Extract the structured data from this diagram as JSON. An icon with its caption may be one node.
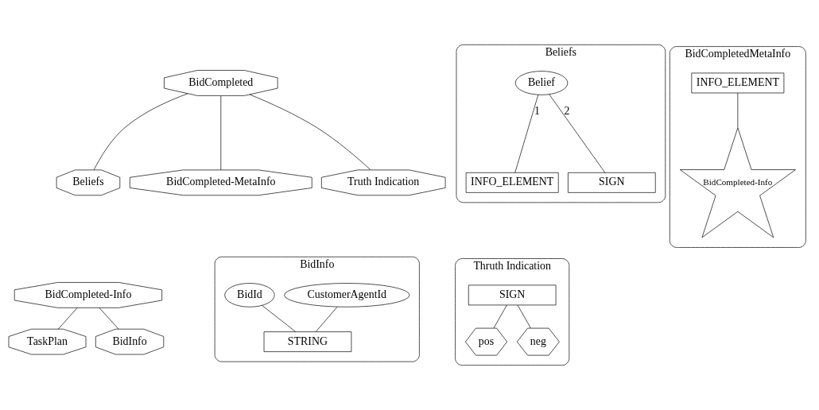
{
  "diagram": {
    "nodes": [
      {
        "text": [
          "BidCompleted"
        ]
      },
      {
        "text": [
          "Beliefs"
        ]
      },
      {
        "text": [
          "BidCompleted-MetaInfo"
        ]
      },
      {
        "text": [
          "Truth Indication"
        ]
      },
      {
        "text": [
          "Beliefs"
        ]
      },
      {
        "text": [
          "Belief"
        ],
        "in": 4
      },
      {
        "text": [
          "INFO_ELEMENT"
        ],
        "in": 4
      },
      {
        "text": [
          "SIGN"
        ],
        "in": 4
      },
      {
        "text": [
          "BidCompletedMetaInfo"
        ]
      },
      {
        "text": [
          "INFO_ELEMENT"
        ],
        "in": 8
      },
      {
        "text": [
          "BidCompleted-Info"
        ],
        "in": 8
      },
      {
        "text": [
          "BidCompleted-Info"
        ]
      },
      {
        "text": [
          "TaskPlan"
        ]
      },
      {
        "text": [
          "BidInfo"
        ]
      },
      {
        "text": [
          "BidInfo"
        ]
      },
      {
        "text": [
          "BidId"
        ],
        "in": 14
      },
      {
        "text": [
          "CustomerAgentId"
        ],
        "in": 14
      },
      {
        "text": [
          "STRING"
        ],
        "in": 14
      },
      {
        "text": [
          "Thruth Indication"
        ]
      },
      {
        "text": [
          "SIGN"
        ],
        "in": 18
      },
      {
        "text": [
          "pos"
        ],
        "in": 18
      },
      {
        "text": [
          "neg"
        ],
        "in": 18
      }
    ],
    "edges": [
      {
        "from": 0,
        "to": 1,
        "arrow": "none"
      },
      {
        "from": 0,
        "to": 2,
        "arrow": "none"
      },
      {
        "from": 0,
        "to": 3,
        "arrow": "none"
      },
      {
        "from": 5,
        "to": 6,
        "arrow": "none",
        "label": "1"
      },
      {
        "from": 5,
        "to": 7,
        "arrow": "none",
        "label": "2"
      },
      {
        "from": 9,
        "to": 10,
        "arrow": "none"
      },
      {
        "from": 11,
        "to": 12,
        "arrow": "none"
      },
      {
        "from": 11,
        "to": 13,
        "arrow": "none"
      },
      {
        "from": 15,
        "to": 17,
        "arrow": "none"
      },
      {
        "from": 16,
        "to": 17,
        "arrow": "none"
      },
      {
        "from": 19,
        "to": 20,
        "arrow": "none"
      },
      {
        "from": 19,
        "to": 21,
        "arrow": "none"
      }
    ]
  }
}
